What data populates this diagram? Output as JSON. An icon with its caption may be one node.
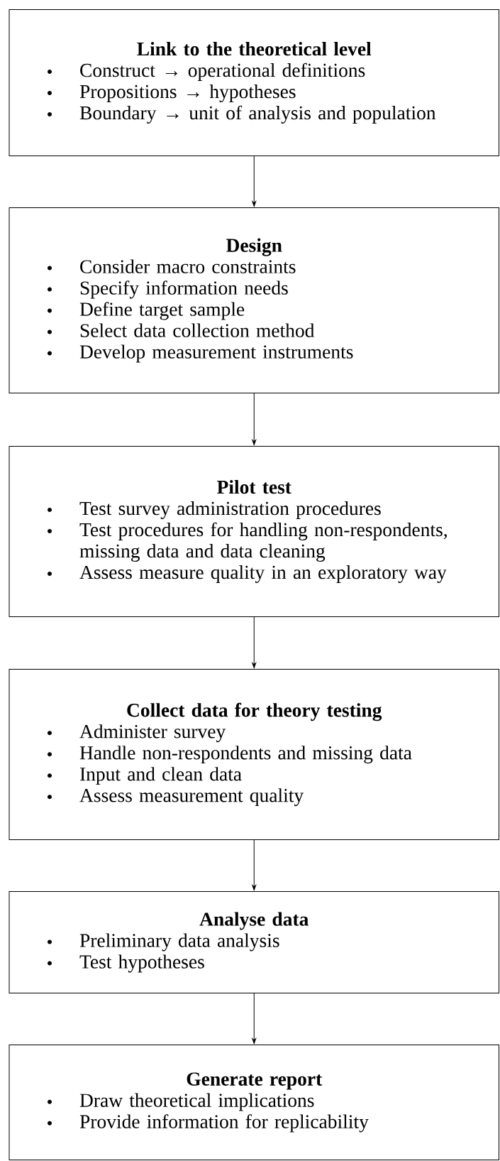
{
  "diagram": {
    "nodes": [
      {
        "text": [
          "Link to the theoretical level",
          "Construct → operational definitions",
          "Propositions → hypotheses",
          "Boundary → unit of analysis and population"
        ]
      },
      {
        "text": [
          "Design",
          "Consider macro constraints",
          "Specify information needs",
          "Define target sample",
          "Select data collection method",
          "Develop measurement instruments"
        ]
      },
      {
        "text": [
          "Pilot test",
          "Test survey administration procedures",
          "Test procedures for handling non-respondents, missing data and data cleaning",
          "Assess measure quality in an exploratory way"
        ]
      },
      {
        "text": [
          "Collect data for theory testing",
          "Administer survey",
          "Handle non-respondents and missing data",
          "Input and clean data",
          "Assess measurement quality"
        ]
      },
      {
        "text": [
          "Analyse data",
          "Preliminary data analysis",
          "Test hypotheses"
        ]
      },
      {
        "text": [
          "Generate report",
          "Draw theoretical implications",
          "Provide information for replicability"
        ]
      }
    ],
    "edges": [
      {
        "from": 0,
        "to": 1,
        "arrow": "to"
      },
      {
        "from": 1,
        "to": 2,
        "arrow": "to"
      },
      {
        "from": 2,
        "to": 3,
        "arrow": "to"
      },
      {
        "from": 3,
        "to": 4,
        "arrow": "to"
      },
      {
        "from": 4,
        "to": 5,
        "arrow": "to"
      }
    ]
  }
}
